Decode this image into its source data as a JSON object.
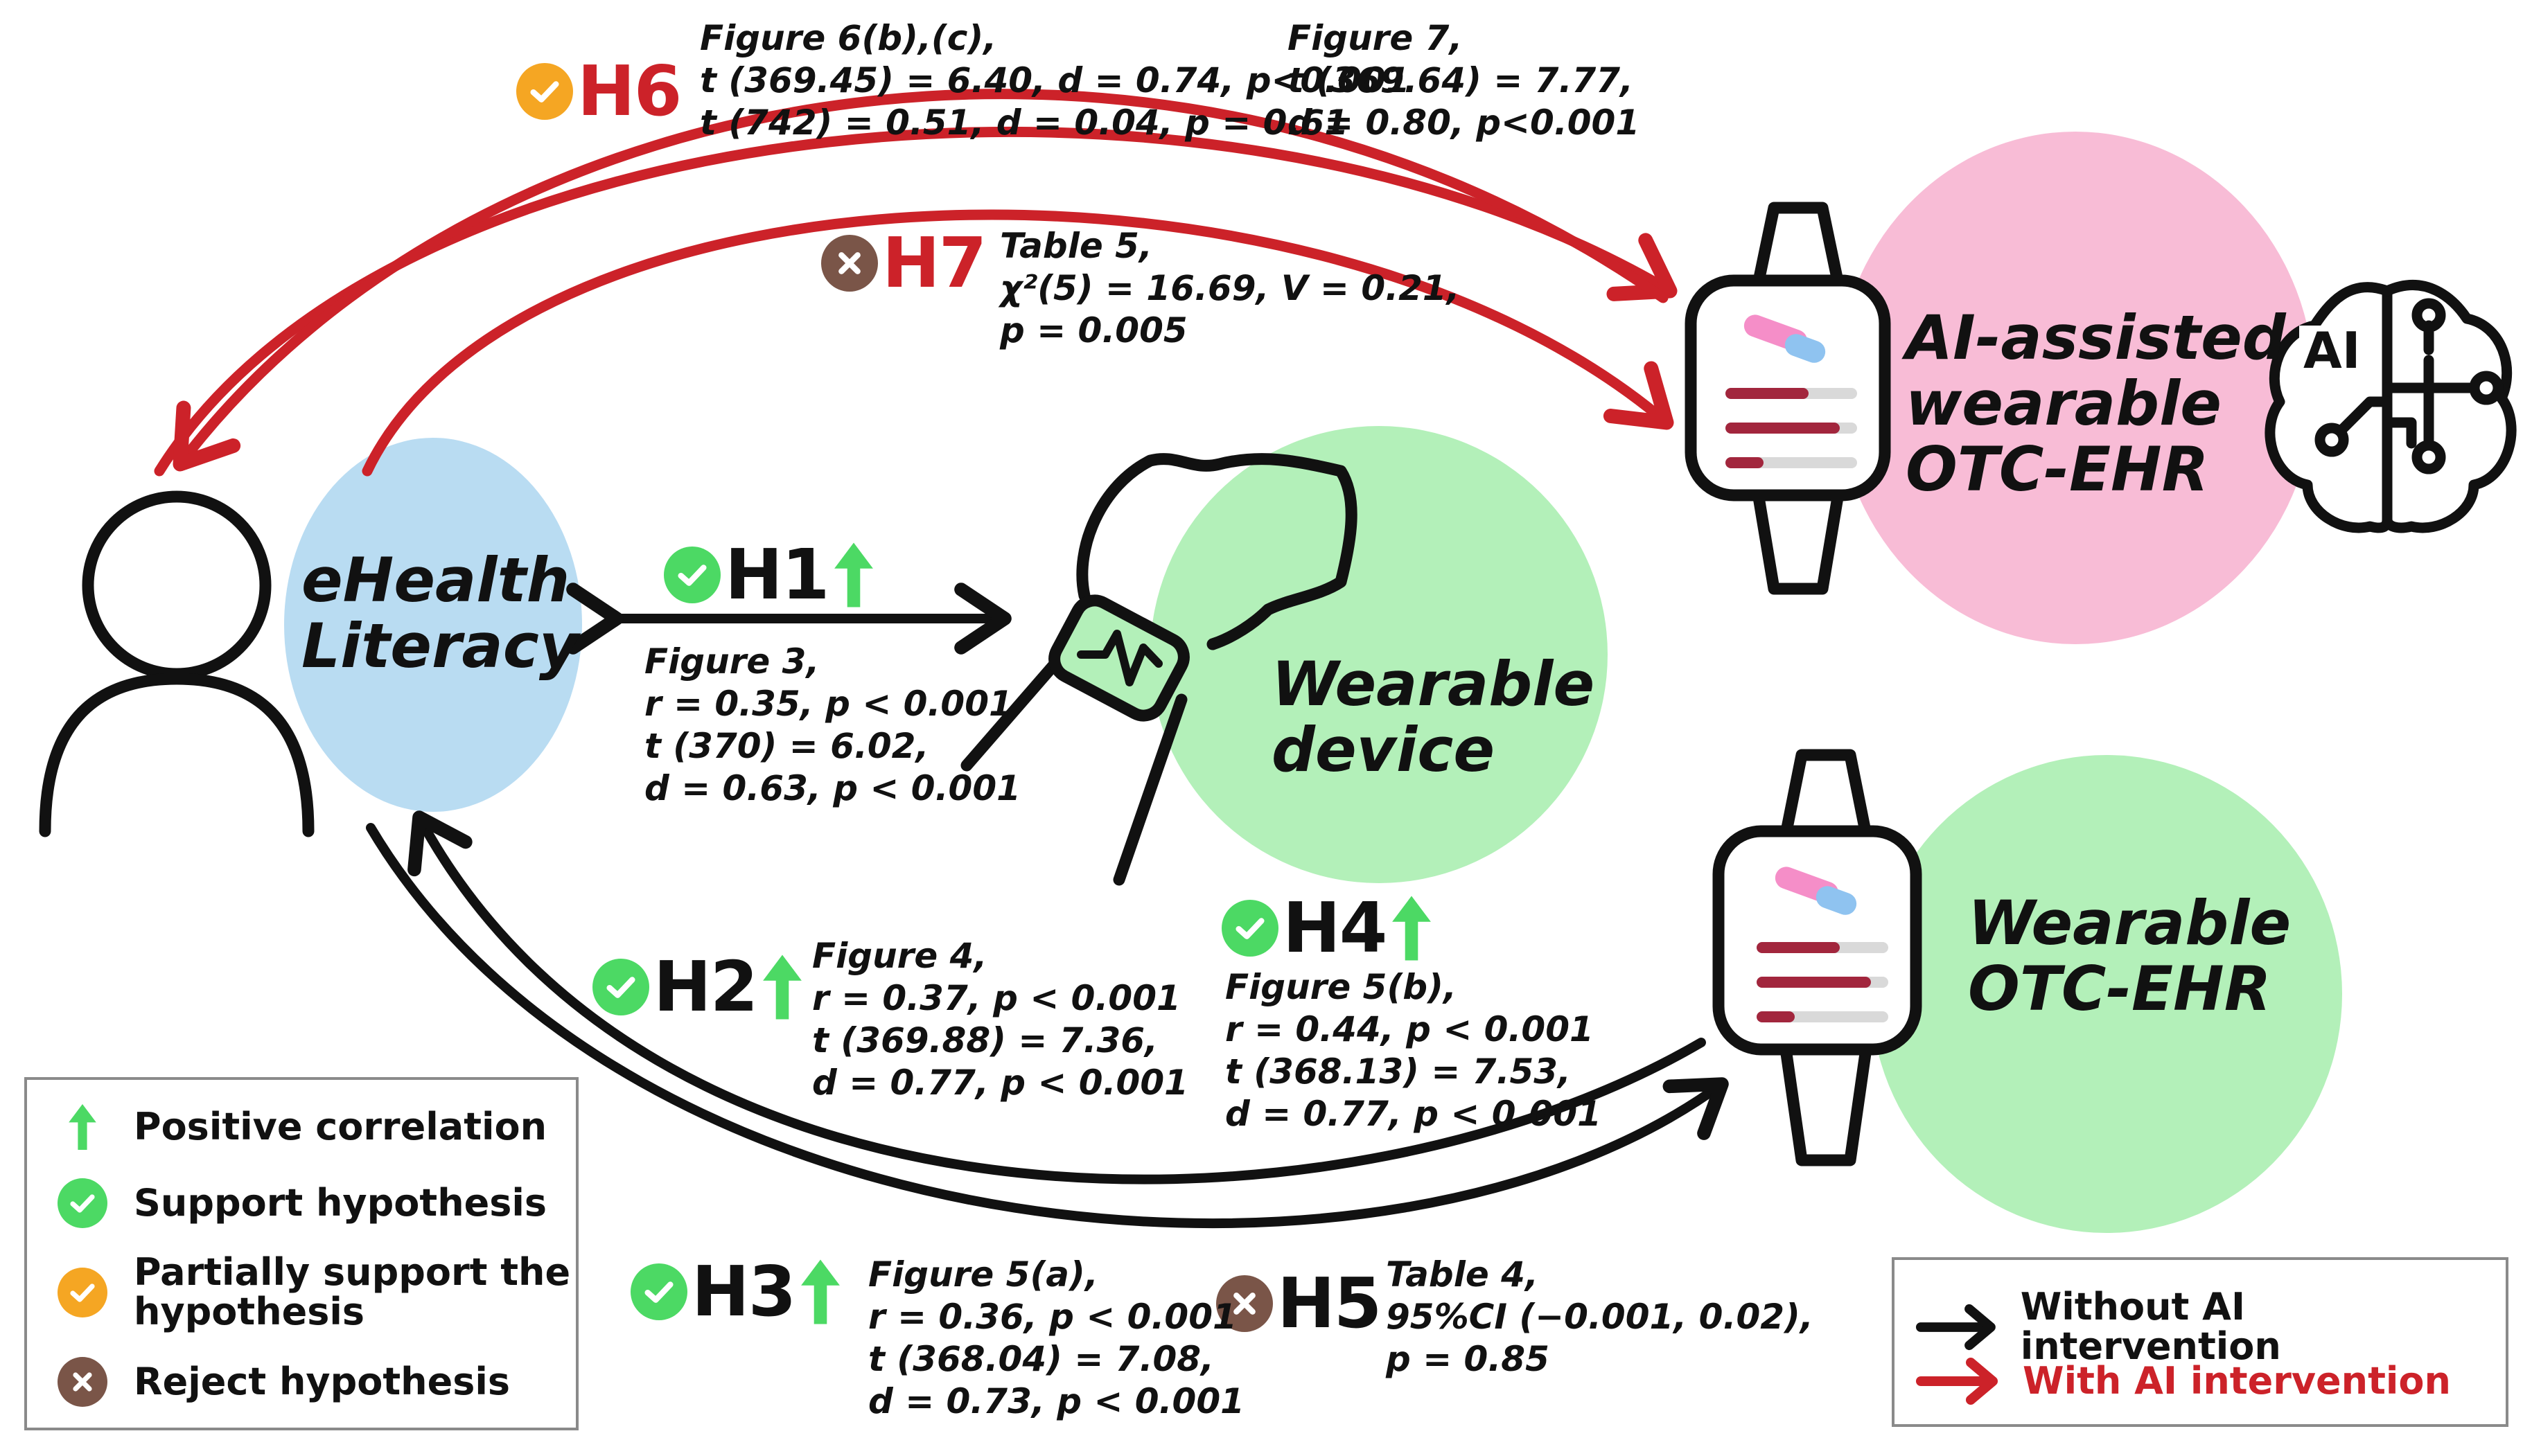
{
  "colors": {
    "support": "#4cd964",
    "partial": "#f5a623",
    "reject": "#7a5548",
    "arrow_black": "#111111",
    "arrow_red": "#cc2229",
    "circle_blue": "#b9dcf2",
    "circle_green": "#b3f0b9",
    "circle_pink": "#f8bcd6",
    "positive_arrow": "#4cd964"
  },
  "nodes": {
    "ehealth": {
      "line1": "eHealth",
      "line2": "Literacy"
    },
    "wearable_device": {
      "line1": "Wearable",
      "line2": "device"
    },
    "ai_ehr": {
      "line1": "AI-assisted",
      "line2": "wearable",
      "line3": "OTC-EHR"
    },
    "ehr": {
      "line1": "Wearable",
      "line2": "OTC-EHR"
    },
    "ai_badge": "AI"
  },
  "hypotheses": {
    "h1": {
      "name": "H1",
      "status": "support",
      "positive": true,
      "lines": [
        "Figure 3,",
        "r = 0.35, p < 0.001",
        "t (370) = 6.02,",
        "d = 0.63, p < 0.001"
      ]
    },
    "h2": {
      "name": "H2",
      "status": "support",
      "positive": true,
      "lines": [
        "Figure 4,",
        "r = 0.37, p < 0.001",
        "t (369.88) = 7.36,",
        "d = 0.77, p < 0.001"
      ]
    },
    "h3": {
      "name": "H3",
      "status": "support",
      "positive": true,
      "lines": [
        "Figure 5(a),",
        "r = 0.36, p < 0.001",
        "t (368.04) = 7.08,",
        "d = 0.73, p < 0.001"
      ]
    },
    "h4": {
      "name": "H4",
      "status": "support",
      "positive": true,
      "lines": [
        "Figure 5(b),",
        "r = 0.44, p < 0.001",
        "t (368.13) = 7.53,",
        "d = 0.77, p < 0.001"
      ]
    },
    "h5": {
      "name": "H5",
      "status": "reject",
      "positive": false,
      "lines": [
        "Table 4,",
        "95%CI (−0.001, 0.02),",
        "p = 0.85"
      ]
    },
    "h6": {
      "name": "H6",
      "status": "partial",
      "positive": false,
      "lines_a": [
        "Figure 6(b),(c),",
        "t (369.45) = 6.40, d = 0.74, p<0.001",
        "t (742) = 0.51, d = 0.04, p = 0.61"
      ],
      "lines_b": [
        "Figure 7,",
        "t (369.64) = 7.77,",
        "d = 0.80, p<0.001"
      ]
    },
    "h7": {
      "name": "H7",
      "status": "reject",
      "positive": false,
      "lines": [
        "Table 5,",
        "χ²(5) = 16.69, V = 0.21,",
        "p = 0.005"
      ]
    }
  },
  "legend_left": {
    "positive_correlation": "Positive correlation",
    "support": "Support hypothesis",
    "partial_line1": "Partially support the",
    "partial_line2": "hypothesis",
    "reject": "Reject hypothesis"
  },
  "legend_right": {
    "without_ai": "Without AI intervention",
    "with_ai": "With AI intervention"
  }
}
